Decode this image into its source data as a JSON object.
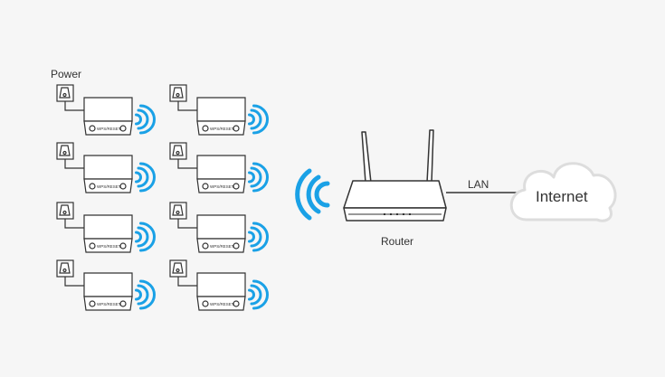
{
  "labels": {
    "power": "Power",
    "router": "Router",
    "lan": "LAN",
    "internet": "Internet"
  },
  "device_grid": {
    "rows": 4,
    "columns": 2
  },
  "device_panel_text": "WPS/RESET",
  "colors": {
    "background": "#f6f6f6",
    "outline": "#333333",
    "wifi": "#1aa1e6",
    "cloud_stroke": "#dddddd",
    "cloud_fill": "#ffffff"
  },
  "icons": [
    "power-plug-icon",
    "wifi-waves-icon",
    "router-icon",
    "cloud-icon"
  ]
}
